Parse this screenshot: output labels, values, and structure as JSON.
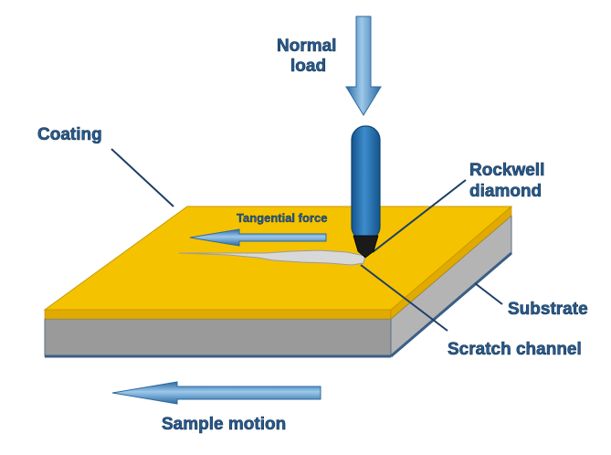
{
  "labels": {
    "normal_load_line1": "Normal",
    "normal_load_line2": "load",
    "coating": "Coating",
    "rockwell_line1": "Rockwell",
    "rockwell_line2": "diamond",
    "tangential_force": "Tangential force",
    "substrate": "Substrate",
    "scratch_channel": "Scratch channel",
    "sample_motion": "Sample motion"
  },
  "colors": {
    "coating": "#f5c200",
    "coating_edge": "#e1aa00",
    "substrate_front": "#9a9a9a",
    "substrate_side": "#b4b4b4",
    "indenter": "#1e6aa8",
    "arrow": "#3b7fb8",
    "label_text": "#2a5c8e",
    "scratch": "#d8d8d8"
  }
}
